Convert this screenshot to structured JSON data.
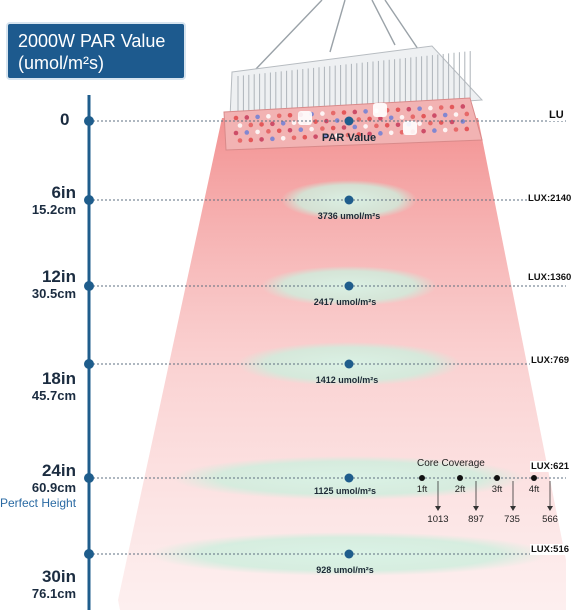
{
  "title": {
    "line1": "2000W PAR Value",
    "line2": "(umol/m²s)"
  },
  "lamp": {
    "label": "PAR Value",
    "lux_label": "LU"
  },
  "levels": [
    {
      "inches": "0",
      "cm": "",
      "par": "",
      "lux": ""
    },
    {
      "inches": "6in",
      "cm": "15.2cm",
      "par": "3736 umol/m²s",
      "lux": "LUX:2140"
    },
    {
      "inches": "12in",
      "cm": "30.5cm",
      "par": "2417 umol/m²s",
      "lux": "LUX:1360"
    },
    {
      "inches": "18in",
      "cm": "45.7cm",
      "par": "1412 umol/m²s",
      "lux": "LUX:769"
    },
    {
      "inches": "24in",
      "cm": "60.9cm",
      "par": "1125 umol/m²s",
      "lux": "LUX:621"
    },
    {
      "inches": "30in",
      "cm": "76.1cm",
      "par": "928 umol/m²s",
      "lux": "LUX:516"
    }
  ],
  "perfect_height": "Perfect Height",
  "coverage": {
    "title": "Core Coverage",
    "points": [
      {
        "ft": "1ft",
        "value": "1013"
      },
      {
        "ft": "2ft",
        "value": "897"
      },
      {
        "ft": "3ft",
        "value": "735"
      },
      {
        "ft": "4ft",
        "value": "566"
      }
    ]
  },
  "colors": {
    "accent_blue": "#1d5a8e",
    "axis_blue": "#1f5d8c",
    "beam_red": "#f28b8b",
    "ellipse_green": "#cfeee0"
  }
}
